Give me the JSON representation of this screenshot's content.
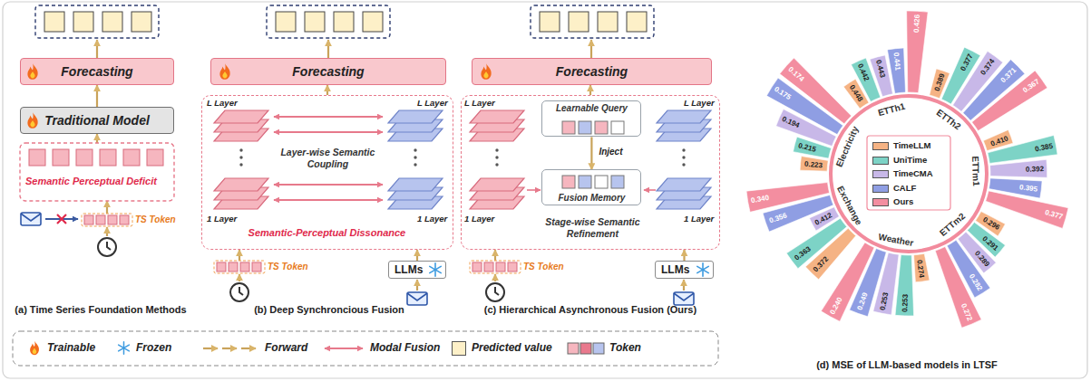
{
  "diagram": {
    "caption": "",
    "nodes": [
      {
        "text": [
          "Forecasting"
        ]
      },
      {
        "text": [
          "Traditional Model"
        ]
      },
      {
        "text": [
          "Forecasting"
        ]
      },
      {
        "text": [
          "Layer-wise Semantic Coupling",
          "Semantic-Perceptual Dissonance"
        ]
      },
      {
        "text": [
          "LLMs"
        ]
      },
      {
        "text": [
          "Forecasting"
        ]
      },
      {
        "text": [
          "Stage-wise Semantic Refinement"
        ]
      },
      {
        "text": [
          "Learnable Query"
        ],
        "in": 6
      },
      {
        "text": [
          "Fusion Memory"
        ],
        "in": 6
      },
      {
        "text": [
          "LLMs"
        ]
      }
    ],
    "edges": [
      {
        "from": 1,
        "to": 0,
        "arrow": "to"
      },
      {
        "from": 3,
        "to": 2,
        "arrow": "to"
      },
      {
        "from": 4,
        "to": 3,
        "arrow": "to"
      },
      {
        "from": 6,
        "to": 5,
        "arrow": "to"
      },
      {
        "from": 9,
        "to": 6,
        "arrow": "to"
      },
      {
        "from": 7,
        "to": 8,
        "arrow": "to",
        "label": "Inject"
      }
    ],
    "labels": [
      "L Layer",
      "L Layer",
      "L Layer",
      "L Layer",
      "1 Layer",
      "1 Layer",
      "1 Layer",
      "1 Layer",
      "TS Token",
      "TS Token",
      "TS Token",
      "Semantic Perceptual Deficit",
      "(a) Time Series Foundation Methods",
      "(b) Deep Synchroncious Fusion",
      "(c) Hierarchical Asynchronous Fusion (Ours)",
      "(d) MSE of LLM-based models in LTSF",
      "ETTh1",
      "ETTh2",
      "ETTm1",
      "ETTm2",
      "Weather",
      "Exchange",
      "Electricity",
      "0.448",
      "0.442",
      "0.443",
      "0.441",
      "0.426",
      "0.389",
      "0.377",
      "0.374",
      "0.371",
      "0.367",
      "0.410",
      "0.385",
      "0.392",
      "0.395",
      "0.377",
      "0.296",
      "0.291",
      "0.289",
      "0.282",
      "0.272",
      "0.274",
      "0.253",
      "0.253",
      "0.249",
      "0.240",
      "0.372",
      "0.363",
      "0.412",
      "0.356",
      "0.340",
      "0.223",
      "0.215",
      "0.194",
      "0.175",
      "0.174"
    ],
    "legend": [
      {
        "text": "Trainable"
      },
      {
        "text": "Frozen"
      },
      {
        "text": "Forward"
      },
      {
        "text": "Modal Fusion"
      },
      {
        "text": "Predicted value",
        "color": "#fdf0c8"
      },
      {
        "text": "Token"
      },
      {
        "text": "TimeLLM",
        "color": "#f5b384"
      },
      {
        "text": "UniTime",
        "color": "#7dd3c6"
      },
      {
        "text": "TimeCMA",
        "color": "#c8b8e8"
      },
      {
        "text": "CALF",
        "color": "#8f9ee3"
      },
      {
        "text": "Ours",
        "color": "#f38ea0"
      }
    ]
  }
}
